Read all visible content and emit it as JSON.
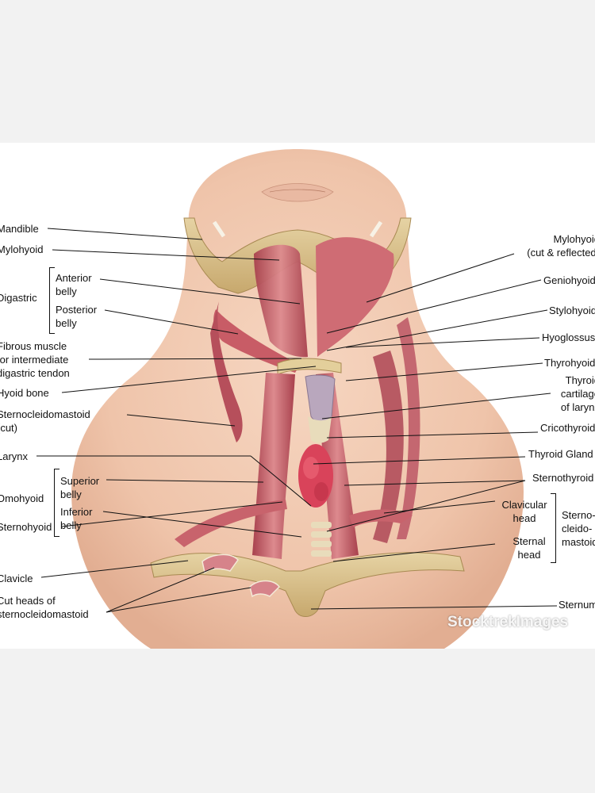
{
  "labels_left": {
    "mandible": "Mandible",
    "mylohyoid": "Mylohyoid",
    "digastric": "Digastric",
    "anterior_belly": "Anterior\nbelly",
    "posterior_belly": "Posterior\nbelly",
    "fibrous_muscle": "Fibrous muscle\nfor intermediate\ndigastric tendon",
    "hyoid_bone": "Hyoid bone",
    "sternocleidomastoid_cut": "Sternocleidomastoid\n(cut)",
    "larynx": "Larynx",
    "omohyoid": "Omohyoid",
    "superior_belly": "Superior\nbelly",
    "inferior_belly": "Inferior\nbelly",
    "sternohyoid": "Sternohyoid",
    "clavicle": "Clavicle",
    "cut_heads": "Cut heads of\nsternocleidomastoid"
  },
  "labels_right": {
    "mylohyoid_cut": "Mylohyoid\n(cut & reflected)",
    "geniohyoid": "Geniohyoid",
    "stylohyoid": "Stylohyoid",
    "hyoglossus": "Hyoglossus",
    "thyrohyoid": "Thyrohyoid",
    "thyroid_cartilage": "Thyroid\ncartilage\nof larynx",
    "cricothyroid": "Cricothyroid",
    "thyroid_gland": "Thyroid Gland",
    "sternothyroid": "Sternothyroid",
    "clavicular_head": "Clavicular\nhead",
    "sternal_head": "Sternal\nhead",
    "sternocleidomastoid": "Sterno-\ncleido-\nmastoid",
    "sternum": "Sternum"
  },
  "watermark": "StocktrekImages",
  "colors": {
    "background": "#f2f2f2",
    "panel": "#ffffff",
    "skin": "#f1c9b0",
    "skin_shadow": "#dba78c",
    "bone": "#dcc48e",
    "bone_dark": "#b89a5c",
    "muscle": "#c8606a",
    "muscle_light": "#df8f92",
    "muscle_dark": "#9c3845",
    "gland": "#d9435a",
    "cartilage": "#e7dcbd",
    "leader_line": "#111111"
  }
}
